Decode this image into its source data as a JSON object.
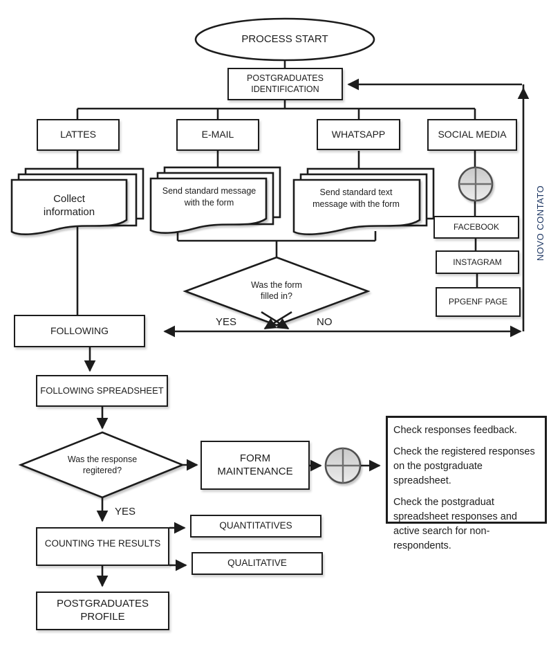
{
  "diagram_title": "Postgraduates identification process flowchart",
  "colors": {
    "line": "#1c1c1c",
    "novo_contato_text": "#1f3864",
    "junction_fill_top": "#c9c9c9",
    "junction_fill_bottom": "#ececec",
    "junction_cross": "#6e6e6e"
  },
  "nodes": {
    "start": "PROCESS START",
    "identification": "POSTGRADUATES\nIDENTIFICATION",
    "lattes": "LATTES",
    "email": "E-MAIL",
    "whatsapp": "WHATSAPP",
    "social_media": "SOCIAL MEDIA",
    "collect": "Collect\ninformation",
    "send_email": "Send standard message\nwith the form",
    "send_whatsapp": "Send standard text\nmessage with the form",
    "facebook": "FACEBOOK",
    "instagram": "INSTAGRAM",
    "ppgenf": "PPGENF PAGE",
    "form_filled": "Was the form\nfilled in?",
    "following": "FOLLOWING",
    "following_spreadsheet": "FOLLOWING SPREADSHEET",
    "response_registered": "Was the response\nregitered?",
    "form_maintenance": "FORM\nMAINTENANCE",
    "counting": "COUNTING THE RESULTS",
    "quantitatives": "QUANTITATIVES",
    "qualitative": "QUALITATIVE",
    "profile": "POSTGRADUATES\nPROFILE"
  },
  "labels": {
    "yes_form": "YES",
    "no_form": "NO",
    "yes_response": "YES",
    "novo_contato": "NOVO CONTATO"
  },
  "notes": {
    "items": [
      "Check responses feedback.",
      "Check the registered responses on the postgraduate spreadsheet.",
      "Check the postgraduat spreadsheet responses and active search for non-respondents."
    ]
  }
}
